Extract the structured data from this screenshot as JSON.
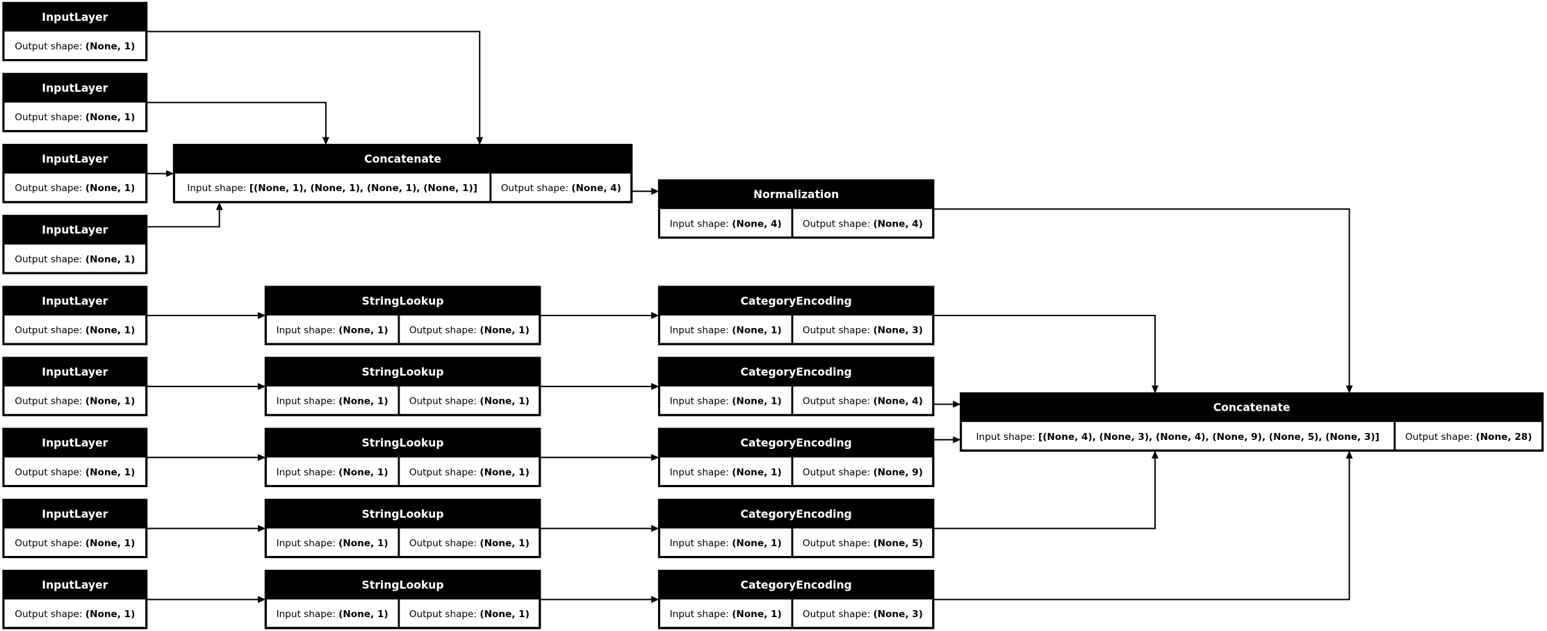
{
  "nodes": [
    {
      "id": "in0",
      "title": "InputLayer",
      "fields": [
        {
          "label": "Output shape: ",
          "value": "(None, 1)"
        }
      ]
    },
    {
      "id": "in1",
      "title": "InputLayer",
      "fields": [
        {
          "label": "Output shape: ",
          "value": "(None, 1)"
        }
      ]
    },
    {
      "id": "in2",
      "title": "InputLayer",
      "fields": [
        {
          "label": "Output shape: ",
          "value": "(None, 1)"
        }
      ]
    },
    {
      "id": "in3",
      "title": "InputLayer",
      "fields": [
        {
          "label": "Output shape: ",
          "value": "(None, 1)"
        }
      ]
    },
    {
      "id": "in4",
      "title": "InputLayer",
      "fields": [
        {
          "label": "Output shape: ",
          "value": "(None, 1)"
        }
      ]
    },
    {
      "id": "in5",
      "title": "InputLayer",
      "fields": [
        {
          "label": "Output shape: ",
          "value": "(None, 1)"
        }
      ]
    },
    {
      "id": "in6",
      "title": "InputLayer",
      "fields": [
        {
          "label": "Output shape: ",
          "value": "(None, 1)"
        }
      ]
    },
    {
      "id": "in7",
      "title": "InputLayer",
      "fields": [
        {
          "label": "Output shape: ",
          "value": "(None, 1)"
        }
      ]
    },
    {
      "id": "in8",
      "title": "InputLayer",
      "fields": [
        {
          "label": "Output shape: ",
          "value": "(None, 1)"
        }
      ]
    },
    {
      "id": "concat1",
      "title": "Concatenate",
      "fields": [
        {
          "label": "Input shape: ",
          "value": "[(None, 1), (None, 1), (None, 1), (None, 1)]"
        },
        {
          "label": "Output shape: ",
          "value": "(None, 4)"
        }
      ]
    },
    {
      "id": "norm",
      "title": "Normalization",
      "fields": [
        {
          "label": "Input shape: ",
          "value": "(None, 4)"
        },
        {
          "label": "Output shape: ",
          "value": "(None, 4)"
        }
      ]
    },
    {
      "id": "sl0",
      "title": "StringLookup",
      "fields": [
        {
          "label": "Input shape: ",
          "value": "(None, 1)"
        },
        {
          "label": "Output shape: ",
          "value": "(None, 1)"
        }
      ]
    },
    {
      "id": "sl1",
      "title": "StringLookup",
      "fields": [
        {
          "label": "Input shape: ",
          "value": "(None, 1)"
        },
        {
          "label": "Output shape: ",
          "value": "(None, 1)"
        }
      ]
    },
    {
      "id": "sl2",
      "title": "StringLookup",
      "fields": [
        {
          "label": "Input shape: ",
          "value": "(None, 1)"
        },
        {
          "label": "Output shape: ",
          "value": "(None, 1)"
        }
      ]
    },
    {
      "id": "sl3",
      "title": "StringLookup",
      "fields": [
        {
          "label": "Input shape: ",
          "value": "(None, 1)"
        },
        {
          "label": "Output shape: ",
          "value": "(None, 1)"
        }
      ]
    },
    {
      "id": "sl4",
      "title": "StringLookup",
      "fields": [
        {
          "label": "Input shape: ",
          "value": "(None, 1)"
        },
        {
          "label": "Output shape: ",
          "value": "(None, 1)"
        }
      ]
    },
    {
      "id": "ce0",
      "title": "CategoryEncoding",
      "fields": [
        {
          "label": "Input shape: ",
          "value": "(None, 1)"
        },
        {
          "label": "Output shape: ",
          "value": "(None, 3)"
        }
      ]
    },
    {
      "id": "ce1",
      "title": "CategoryEncoding",
      "fields": [
        {
          "label": "Input shape: ",
          "value": "(None, 1)"
        },
        {
          "label": "Output shape: ",
          "value": "(None, 4)"
        }
      ]
    },
    {
      "id": "ce2",
      "title": "CategoryEncoding",
      "fields": [
        {
          "label": "Input shape: ",
          "value": "(None, 1)"
        },
        {
          "label": "Output shape: ",
          "value": "(None, 9)"
        }
      ]
    },
    {
      "id": "ce3",
      "title": "CategoryEncoding",
      "fields": [
        {
          "label": "Input shape: ",
          "value": "(None, 1)"
        },
        {
          "label": "Output shape: ",
          "value": "(None, 5)"
        }
      ]
    },
    {
      "id": "ce4",
      "title": "CategoryEncoding",
      "fields": [
        {
          "label": "Input shape: ",
          "value": "(None, 1)"
        },
        {
          "label": "Output shape: ",
          "value": "(None, 3)"
        }
      ]
    },
    {
      "id": "concat2",
      "title": "Concatenate",
      "fields": [
        {
          "label": "Input shape: ",
          "value": "[(None, 4), (None, 3), (None, 4), (None, 9), (None, 5), (None, 3)]"
        },
        {
          "label": "Output shape: ",
          "value": "(None, 28)"
        }
      ]
    }
  ],
  "edges": [
    [
      "in0",
      "concat1"
    ],
    [
      "in1",
      "concat1"
    ],
    [
      "in2",
      "concat1"
    ],
    [
      "in3",
      "concat1"
    ],
    [
      "concat1",
      "norm"
    ],
    [
      "norm",
      "concat2"
    ],
    [
      "in4",
      "sl0"
    ],
    [
      "in5",
      "sl1"
    ],
    [
      "in6",
      "sl2"
    ],
    [
      "in7",
      "sl3"
    ],
    [
      "in8",
      "sl4"
    ],
    [
      "sl0",
      "ce0"
    ],
    [
      "sl1",
      "ce1"
    ],
    [
      "sl2",
      "ce2"
    ],
    [
      "sl3",
      "ce3"
    ],
    [
      "sl4",
      "ce4"
    ],
    [
      "ce0",
      "concat2"
    ],
    [
      "ce1",
      "concat2"
    ],
    [
      "ce2",
      "concat2"
    ],
    [
      "ce3",
      "concat2"
    ],
    [
      "ce4",
      "concat2"
    ]
  ]
}
